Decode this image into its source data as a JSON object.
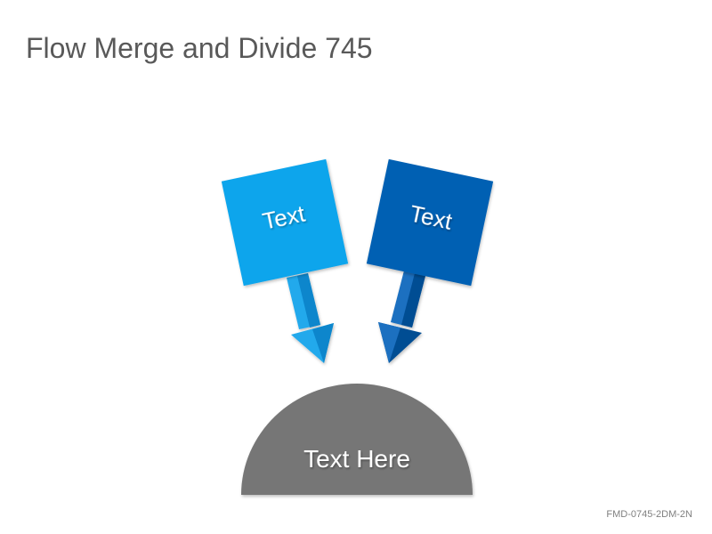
{
  "slide": {
    "title": "Flow Merge and Divide 745",
    "footer_code": "FMD-0745-2DM-2N"
  },
  "diagram": {
    "inputs": [
      {
        "label": "Text",
        "color": "#0ba5ec",
        "arrow_light": "#24a9ec",
        "arrow_dark": "#0a86cc"
      },
      {
        "label": "Text",
        "color": "#0560b3",
        "arrow_light": "#1a6fc0",
        "arrow_dark": "#044d93"
      }
    ],
    "output": {
      "label": "Text Here",
      "color": "#767676"
    }
  }
}
